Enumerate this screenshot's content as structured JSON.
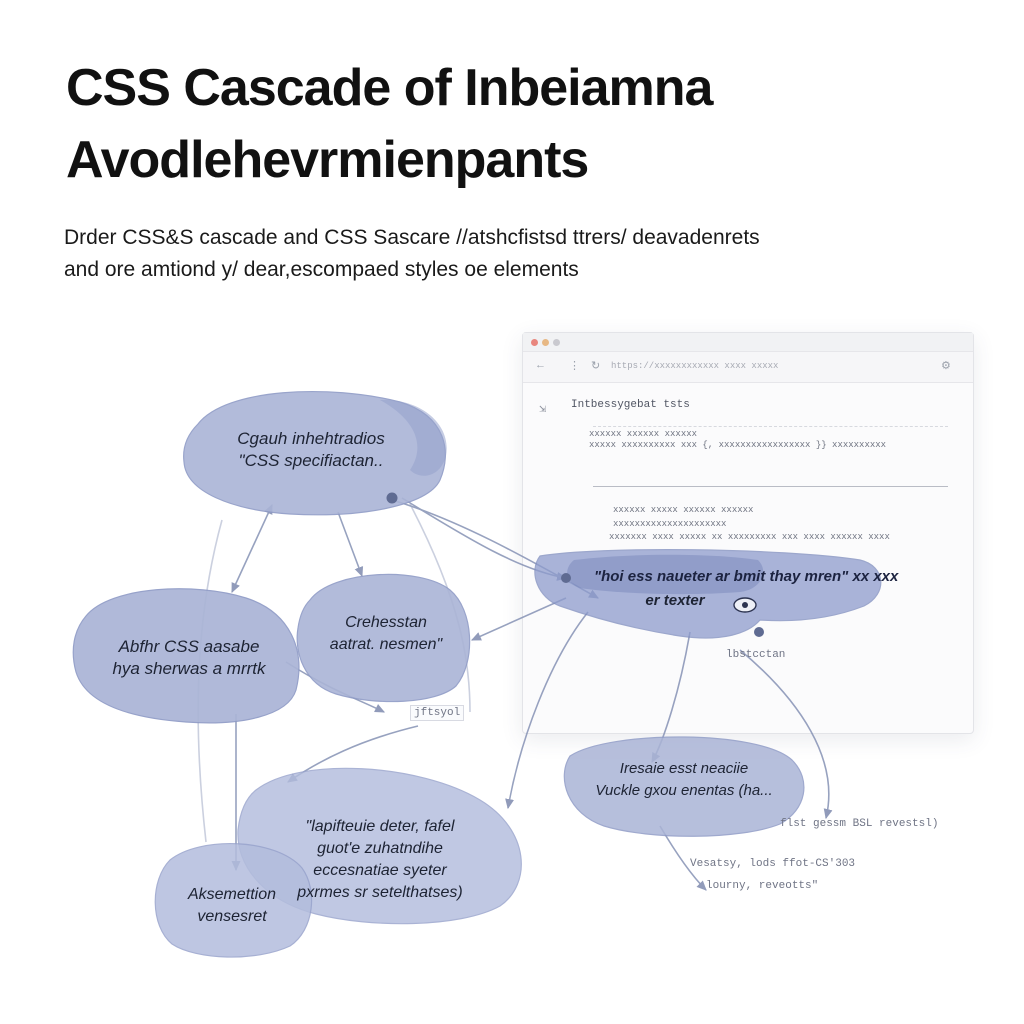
{
  "header": {
    "title_line1": "CSS Cascade of Inbeiamna",
    "title_line2": "Avodlehevrmienpants",
    "subtitle_line1": "Drder CSS&S cascade and CSS Sascare //atshcfistsd ttrers/ deavadenrets",
    "subtitle_line2": "and ore amtiond y/ dear,escompaed styles oe elements"
  },
  "browser": {
    "url": "https://xxxxxxxxxxxx xxxx xxxxx",
    "code_heading": "Intbessygebat tsts",
    "code_lines": [
      "xxxxxx xxxxxx xxxxxx",
      "xxxxx xxxxxxxxxx xxx {, xxxxxxxxxxxxxxxxx }} xxxxxxxxxx",
      "xxxxxx xxxxx xxxxxx xxxxxx",
      "xxxxxxxxxxxxxxxxxxxxx",
      "xxxxxxx xxxx xxxxx xx xxxxxxxxx xxx xxxx xxxxxx xxxx"
    ],
    "highlight_text": "\"hoi ess naueter ar bmit thay mren\" xx xxx"
  },
  "nodes": {
    "n1": {
      "line1": "Cgauh inhehtradios",
      "line2": "\"CSS specifiactan.."
    },
    "n2": {
      "line1": "Abfhr CSS aasabe",
      "line2": "hya sherwas a mrrtk"
    },
    "n3": {
      "line1": "Crehesstan",
      "line2": "aatrat. nesmen\""
    },
    "n4": {
      "line1": "er texter"
    },
    "n5": {
      "line1": "Iresaie esst neaciie",
      "line2": "Vuckle gxou enentas (ha..."
    },
    "n6": {
      "line1": "\"lapifteuie deter, fafel",
      "line2": "guot'e zuhatndihe",
      "line3": "eccesnatiae syeter",
      "line4": "pxrmes sr setelthatses)"
    },
    "n7": {
      "line1": "Aksemettion",
      "line2": "vensesret"
    }
  },
  "annotations": {
    "a1": "jftsyol",
    "a2": "lbstcctan",
    "a3": "flst gessm BSL revestsl)",
    "a4": "Vesatsy, lods ffot-CS'303",
    "a5": "lourny, reveotts\""
  },
  "colors": {
    "blob_fill": "#aab4d6",
    "blob_stroke": "#8f9bc6",
    "arrow": "#7e8aae",
    "highlight": "#8e9ccd"
  }
}
